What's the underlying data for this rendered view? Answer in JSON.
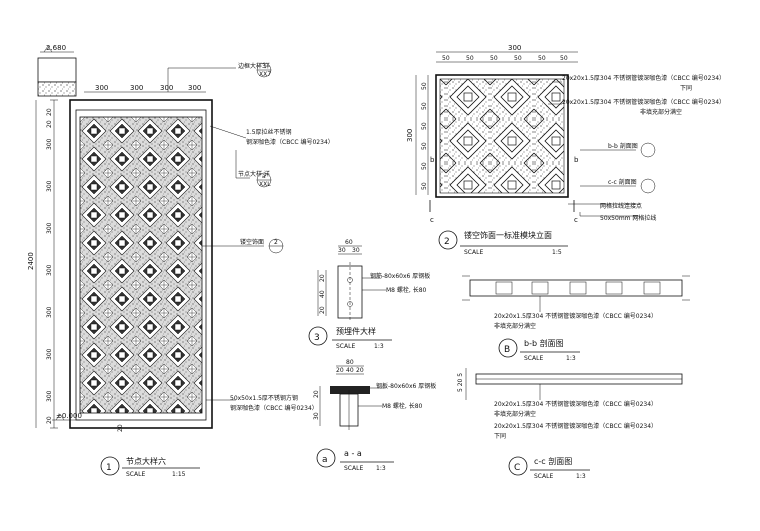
{
  "left_elevation": {
    "top_elev": "2.680",
    "bottom_elev": "±0.000",
    "top_dims": [
      "300",
      "300",
      "300",
      "300"
    ],
    "left_dims": [
      "20",
      "20",
      "300",
      "300",
      "300",
      "300",
      "300",
      "300",
      "300",
      "20"
    ],
    "height_dim": "2400",
    "bottom_dim": "20",
    "callout_top": "边框大样 详",
    "callout_top_ref": "3",
    "callout_top_sheet": "XX7",
    "callout_mat": "1.5厚拉丝不锈钢",
    "callout_mat2": "钢深咖色漆（CBCC 编号0234）",
    "callout_node": "节点大样 详",
    "callout_node_ref": "a",
    "callout_node_sheet": "XXL",
    "callout_screen": "镂空饰面",
    "callout_screen_ref": "2",
    "callout_bottom": "50x50x1.5厚不锈钢方钢",
    "callout_bottom2": "钢深咖色漆（CBCC 编号0234）",
    "title_num": "1",
    "title": "节点大样六",
    "scale_label": "SCALE",
    "scale": "1:15"
  },
  "module": {
    "top_total": "300",
    "top_dims": [
      "50",
      "50",
      "50",
      "50",
      "50",
      "50"
    ],
    "left_total": "300",
    "left_dims": [
      "50",
      "50",
      "50",
      "50",
      "50",
      "50"
    ],
    "note1": "20x20x1.5厚304 不锈钢管镀深咖色漆（CBCC 编号0234）",
    "note1b": "下同",
    "note2": "20x20x1.5厚304 不锈钢管镀深咖色漆（CBCC 编号0234）",
    "note2b": "非填充部分满空",
    "sec_b": "b-b 剖面图",
    "sec_c": "c-c 剖面图",
    "note3": "网格拉线连接点",
    "note4": "50x50mm 网格拉线",
    "mark_b": "b",
    "mark_c": "c",
    "title_num": "2",
    "title": "镂空饰面一标准模块立面",
    "scale_label": "SCALE",
    "scale": "1:5"
  },
  "connector": {
    "dims_top": [
      "60",
      "30",
      "30"
    ],
    "dims_left": [
      "20",
      "40",
      "20"
    ],
    "note1": "钢筋-80x60x6 厚钢板",
    "note2": "M8 螺栓, 长80",
    "title_num": "3",
    "title": "预埋件大样",
    "scale_label": "SCALE",
    "scale": "1:3"
  },
  "section_a": {
    "dims_top": [
      "80",
      "20",
      "40",
      "20"
    ],
    "dims_left": [
      "20",
      "30"
    ],
    "note1": "钢板-80x60x6 厚钢板",
    "note2": "M8 螺栓, 长80",
    "title_num": "a",
    "title": "a - a",
    "scale_label": "SCALE",
    "scale": "1:3"
  },
  "section_b": {
    "note1": "20x20x1.5厚304 不锈钢管镀深咖色漆（CBCC 编号0234）",
    "note2": "非填充部分满空",
    "title_num": "B",
    "title": "b-b 剖面图",
    "scale_label": "SCALE",
    "scale": "1:3"
  },
  "section_c": {
    "dim": "5 20 5",
    "note1": "20x20x1.5厚304 不锈钢管镀深咖色漆（CBCC 编号0234）",
    "note2": "非填充部分满空",
    "note3": "20x20x1.5厚304 不锈钢管镀深咖色漆（CBCC 编号0234）",
    "note3b": "下同",
    "title_num": "C",
    "title": "c-c 剖面图",
    "scale_label": "SCALE",
    "scale": "1:3"
  }
}
